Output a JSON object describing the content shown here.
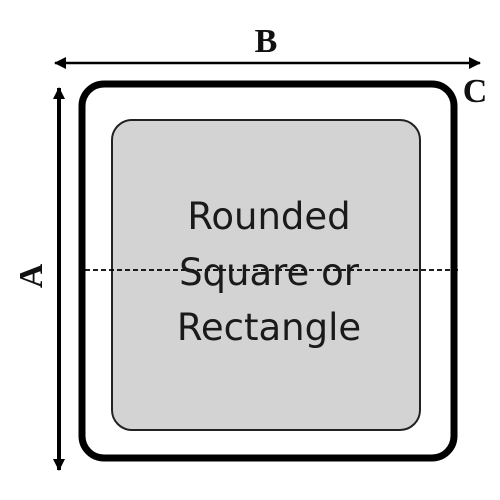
{
  "labels": {
    "width": "B",
    "height": "A",
    "corner": "C"
  },
  "shape": {
    "lines": [
      "Rounded",
      "Square or",
      "Rectangle"
    ]
  },
  "colors": {
    "outline": "#000000",
    "inner_fill": "#d3d3d3",
    "inner_stroke": "#222222",
    "centerline": "#000000"
  }
}
